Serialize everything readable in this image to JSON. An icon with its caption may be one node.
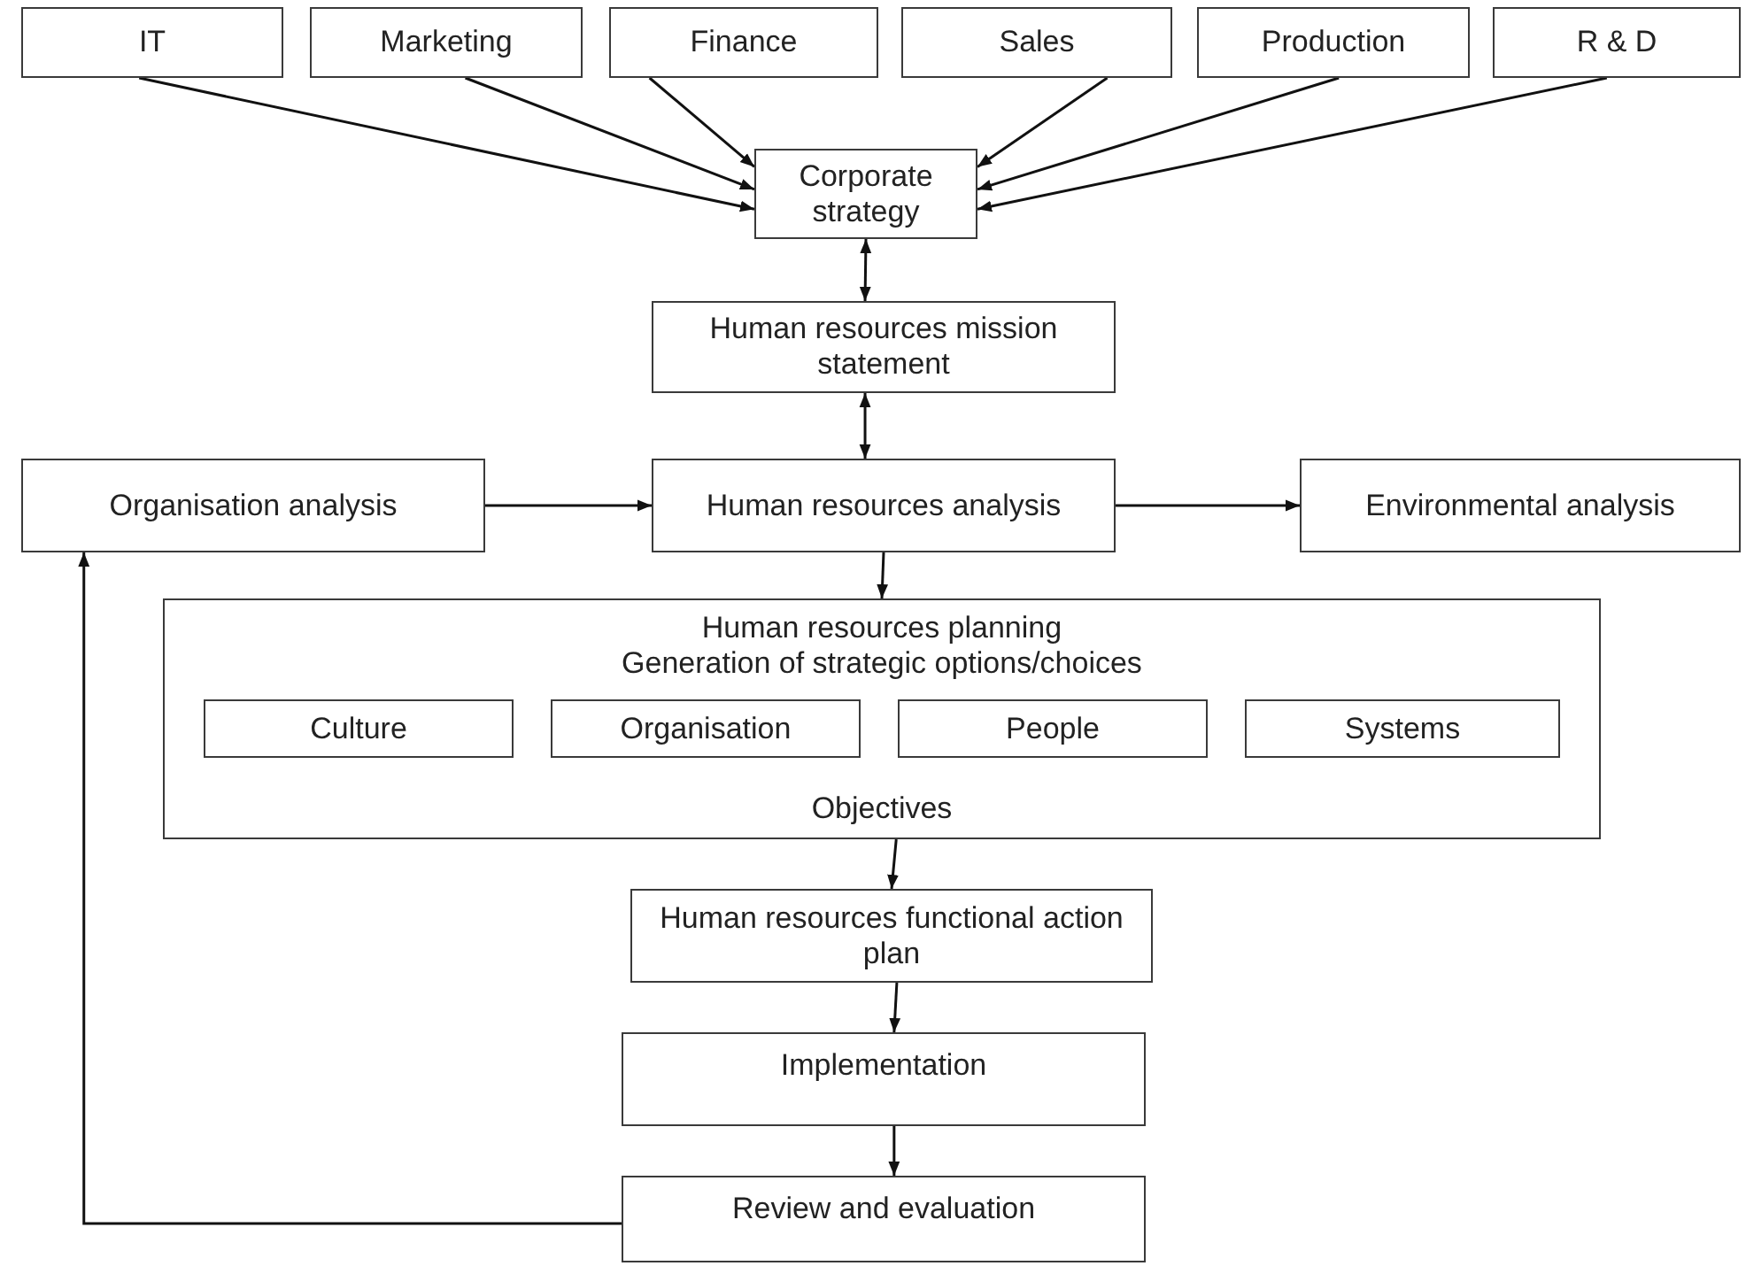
{
  "diagram": {
    "nodes": [
      {
        "text": [
          "IT"
        ]
      },
      {
        "text": [
          "Marketing"
        ]
      },
      {
        "text": [
          "Finance"
        ]
      },
      {
        "text": [
          "Sales"
        ]
      },
      {
        "text": [
          "Production"
        ]
      },
      {
        "text": [
          "R & D"
        ]
      },
      {
        "text": [
          "Corporate strategy"
        ]
      },
      {
        "text": [
          "Human resources mission statement"
        ]
      },
      {
        "text": [
          "Organisation analysis"
        ]
      },
      {
        "text": [
          "Human resources analysis"
        ]
      },
      {
        "text": [
          "Environmental analysis"
        ]
      },
      {
        "text": [
          "Human resources planning",
          "Generation of strategic options/choices",
          "Objectives"
        ]
      },
      {
        "text": [
          "Culture"
        ],
        "in": 11
      },
      {
        "text": [
          "Organisation"
        ],
        "in": 11
      },
      {
        "text": [
          "People"
        ],
        "in": 11
      },
      {
        "text": [
          "Systems"
        ],
        "in": 11
      },
      {
        "text": [
          "Human resources functional action plan"
        ]
      },
      {
        "text": [
          "Implementation"
        ]
      },
      {
        "text": [
          "Review and evaluation"
        ]
      }
    ],
    "edges": [
      {
        "from": 0,
        "to": 6,
        "arrow": "to"
      },
      {
        "from": 1,
        "to": 6,
        "arrow": "to"
      },
      {
        "from": 2,
        "to": 6,
        "arrow": "to"
      },
      {
        "from": 3,
        "to": 6,
        "arrow": "to"
      },
      {
        "from": 4,
        "to": 6,
        "arrow": "to"
      },
      {
        "from": 5,
        "to": 6,
        "arrow": "to"
      },
      {
        "from": 6,
        "to": 7,
        "arrow": "both"
      },
      {
        "from": 7,
        "to": 9,
        "arrow": "both"
      },
      {
        "from": 8,
        "to": 9,
        "arrow": "to"
      },
      {
        "from": 9,
        "to": 10,
        "arrow": "to"
      },
      {
        "from": 9,
        "to": 11,
        "arrow": "to"
      },
      {
        "from": 11,
        "to": 16,
        "arrow": "to"
      },
      {
        "from": 16,
        "to": 17,
        "arrow": "to"
      },
      {
        "from": 17,
        "to": 18,
        "arrow": "to"
      },
      {
        "from": 18,
        "to": 8,
        "arrow": "to"
      }
    ]
  }
}
